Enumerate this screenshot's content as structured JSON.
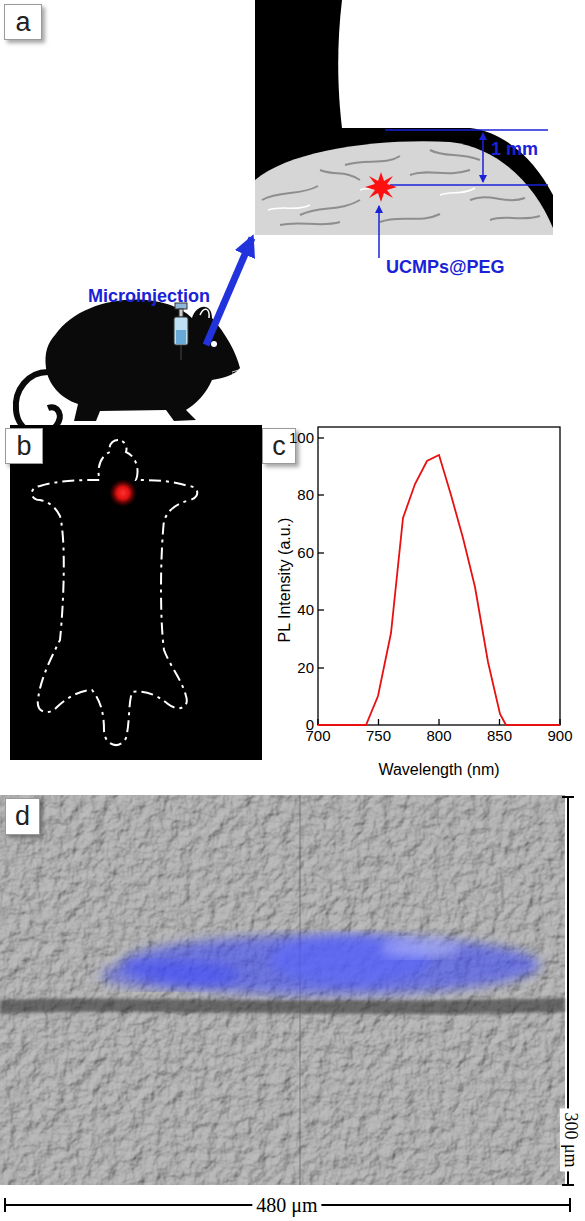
{
  "diagram": {
    "nodes": [
      {
        "text": [
          "a"
        ]
      },
      {
        "text": [
          "b"
        ]
      },
      {
        "text": [
          "c"
        ]
      },
      {
        "text": [
          "d"
        ]
      }
    ],
    "labels": [
      "Microinjection",
      "1 mm",
      "UCMPs@PEG",
      "100",
      "80",
      "60",
      "40",
      "20",
      "0",
      "700",
      "750",
      "800",
      "850",
      "900",
      "PL Intensity (a.u.)",
      "Wavelength (nm)",
      "300 μm",
      "480 μm"
    ]
  }
}
